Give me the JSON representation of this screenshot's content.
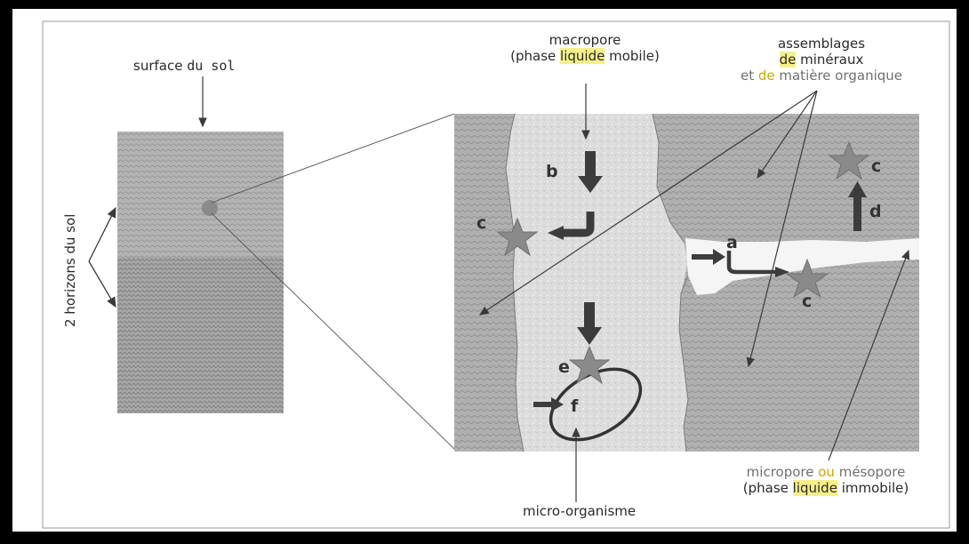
{
  "labels": {
    "surface": {
      "word1": "surface",
      "word2": "du sol"
    },
    "horizons": "2 horizons du sol",
    "macropore": {
      "line1": "macropore",
      "line2_pre": "(phase ",
      "line2_hl": "liquide",
      "line2_post": " mobile)"
    },
    "assemblages": {
      "line1": "assemblages",
      "line2_a": "de",
      "line2_b": " minéraux",
      "line3_a": "et ",
      "line3_b": "de",
      "line3_c": " matière organique"
    },
    "micropore": {
      "line1_a": "micropore ",
      "line1_b": "ou",
      "line1_c": " mésopore",
      "line2_pre": "(phase ",
      "line2_hl": "liquide",
      "line2_post": " immobile)"
    },
    "microorganism": "micro-organisme"
  },
  "process_letters": {
    "a": "a",
    "b": "b",
    "c": "c",
    "d": "d",
    "e": "e",
    "f": "f"
  },
  "colors": {
    "background": "#000000",
    "panel": "#ffffff",
    "soil": "#a9a9a9",
    "pore_liquid": "#d8d8d8",
    "arrow": "#3c3c3c",
    "star": "#8a8a8a",
    "highlight": "#f6f08a",
    "accent_text": "#c8a800"
  }
}
